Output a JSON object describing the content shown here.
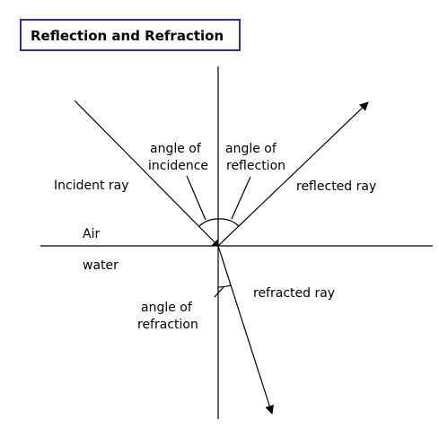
{
  "title": "Reflection and Refraction",
  "labels": {
    "angle_of_incidence_line1": "angle of",
    "angle_of_incidence_line2": "incidence",
    "angle_of_reflection_line1": "angle of",
    "angle_of_reflection_line2": "reflection",
    "incident_ray": "Incident ray",
    "reflected_ray": "reflected ray",
    "air": "Air",
    "water": "water",
    "angle_of_refraction_line1": "angle of",
    "angle_of_refraction_line2": "refraction",
    "refracted_ray": "refracted ray"
  },
  "colors": {
    "title_border": "#3f2a86",
    "line": "#000000"
  }
}
